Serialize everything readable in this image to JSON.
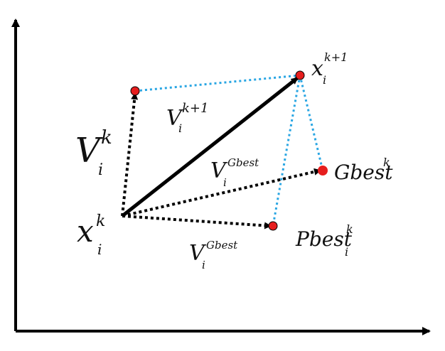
{
  "labels": {
    "x_current": {
      "base": "x",
      "sup": "k",
      "sub": "i"
    },
    "x_next": {
      "base": "x",
      "sup": "k+1",
      "sub": "i"
    },
    "v_current": {
      "base": "V",
      "sup": "k",
      "sub": "i"
    },
    "v_next": {
      "base": "V",
      "sup": "k+1",
      "sub": "i"
    },
    "v_gbest_upper": {
      "base": "V",
      "sup": "Gbest",
      "sub": "i"
    },
    "v_gbest_lower": {
      "base": "V",
      "sup": "Gbest",
      "sub": "i"
    },
    "gbest": {
      "base": "Gbest",
      "sup": "k"
    },
    "pbest": {
      "base": "Pbest",
      "sup": "k",
      "sub": "i"
    }
  },
  "colors": {
    "point": "#e61e1e",
    "black_vector": "#000000",
    "blue_dotted": "#2aa6e3",
    "axis": "#000000"
  }
}
